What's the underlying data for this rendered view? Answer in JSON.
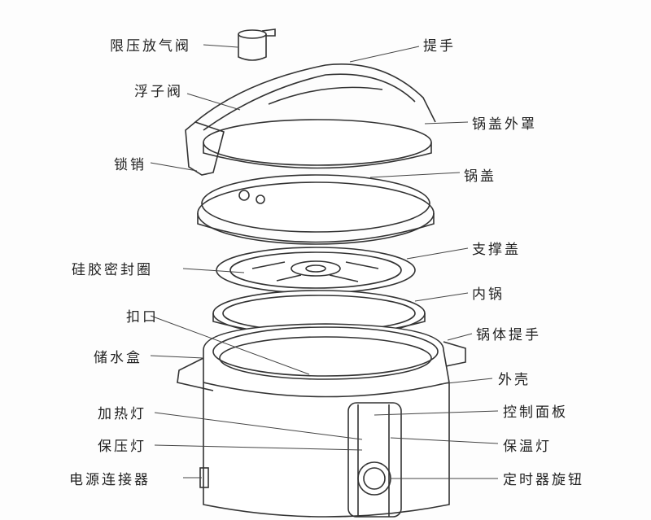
{
  "title": "压力锅结构图",
  "labels": {
    "pressure_valve": "限压放气阀",
    "handle": "提手",
    "float_valve": "浮子阀",
    "lid_cover": "锅盖外罩",
    "lock_pin": "锁销",
    "lid": "锅盖",
    "silicone_seal": "硅胶密封圈",
    "support_cover": "支撑盖",
    "inner_pot": "内锅",
    "buckle": "扣口",
    "body_handle": "锅体提手",
    "water_box": "储水盒",
    "shell": "外壳",
    "heating_light": "加热灯",
    "control_panel": "控制面板",
    "pressure_light": "保压灯",
    "warm_light": "保温灯",
    "power_connector": "电源连接器",
    "timer_knob": "定时器旋钮"
  }
}
